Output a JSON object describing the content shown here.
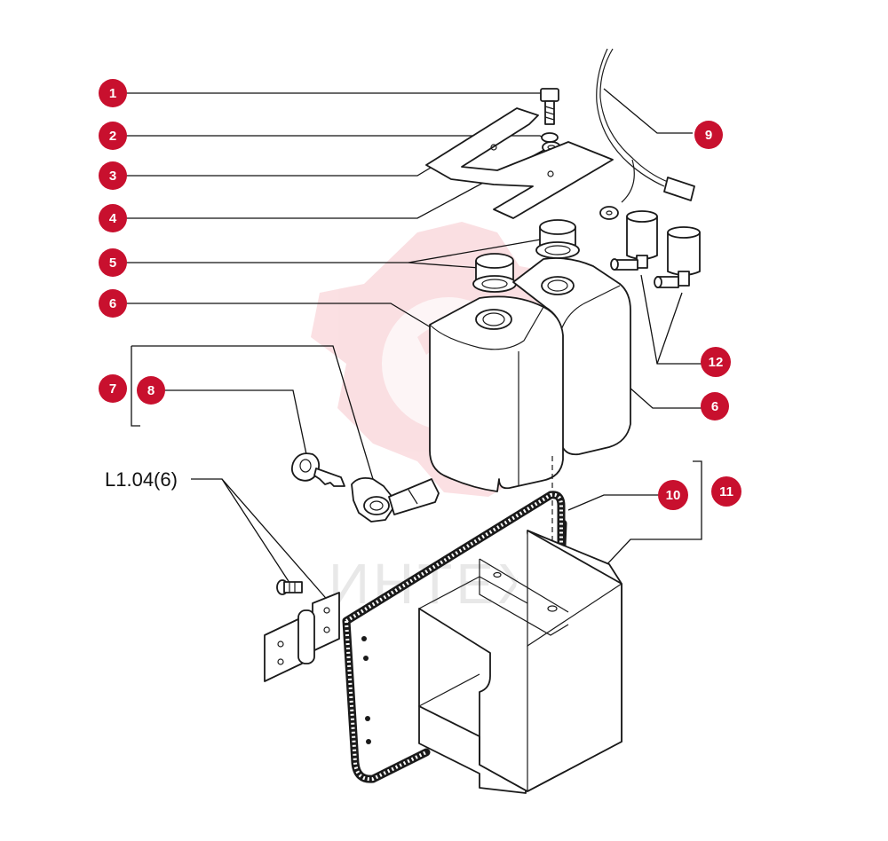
{
  "diagram": {
    "callouts": [
      {
        "id": "c1",
        "label": "1"
      },
      {
        "id": "c2",
        "label": "2"
      },
      {
        "id": "c3",
        "label": "3"
      },
      {
        "id": "c4",
        "label": "4"
      },
      {
        "id": "c5",
        "label": "5"
      },
      {
        "id": "c6a",
        "label": "6"
      },
      {
        "id": "c6b",
        "label": "6"
      },
      {
        "id": "c7",
        "label": "7"
      },
      {
        "id": "c8",
        "label": "8"
      },
      {
        "id": "c9",
        "label": "9"
      },
      {
        "id": "c10",
        "label": "10"
      },
      {
        "id": "c11",
        "label": "11"
      },
      {
        "id": "c12",
        "label": "12"
      }
    ],
    "reference_label": "L1.04(6)",
    "watermark_text": "ИНТЕХ",
    "colors": {
      "badge": "#c8102e",
      "watermark": "#f7c6cc",
      "line": "#1a1a1a"
    }
  }
}
